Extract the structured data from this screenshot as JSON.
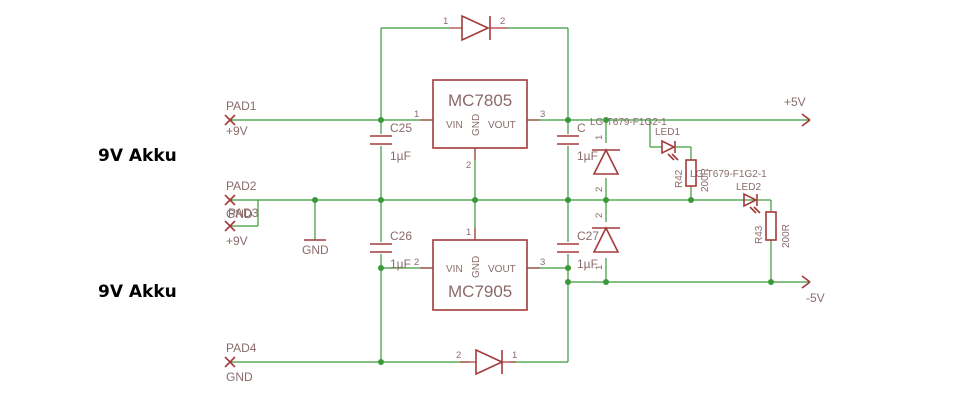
{
  "battery_labels": [
    "9V Akku",
    "9V Akku"
  ],
  "pads": {
    "pad1": {
      "name": "PAD1",
      "signal": "+9V"
    },
    "pad2": {
      "name": "PAD2",
      "signal": "GND"
    },
    "pad3": {
      "name": "PAD3",
      "signal": "+9V"
    },
    "pad4": {
      "name": "PAD4",
      "signal": "GND"
    }
  },
  "regulators": {
    "top": {
      "name": "MC7805",
      "vin": "VIN",
      "gnd": "GND",
      "vout": "VOUT",
      "pin_in": "1",
      "pin_gnd": "2",
      "pin_out": "3"
    },
    "bottom": {
      "name": "MC7905",
      "vin": "VIN",
      "gnd": "GND",
      "vout": "VOUT",
      "pin_in": "2",
      "pin_gnd": "1",
      "pin_out": "3"
    }
  },
  "capacitors": {
    "c25": {
      "name": "C25",
      "value": "1µF"
    },
    "c26": {
      "name": "C26",
      "value": "1µF"
    },
    "c_top_out": {
      "name": "C",
      "value": "1µF"
    },
    "c27": {
      "name": "C27",
      "value": "1µF"
    }
  },
  "diodes": {
    "top_pin_left": "1",
    "top_pin_right": "2",
    "bottom_pin_left": "2",
    "bottom_pin_right": "1",
    "vert_pin_1": "1",
    "vert_pin_2": "2"
  },
  "leds": {
    "led1": {
      "ref": "LG-T679-F1G2-1",
      "name": "LED1"
    },
    "led2": {
      "ref": "LG-T679-F1G2-1",
      "name": "LED2"
    }
  },
  "resistors": {
    "r42": {
      "name": "R42",
      "value": "200R"
    },
    "r43": {
      "name": "R43",
      "value": "200R"
    }
  },
  "supplies": {
    "plus5": "+5V",
    "minus5": "-5V",
    "gnd_symbol": "GND"
  },
  "colors": {
    "wire": "#3a9a3a",
    "part": "#a33a3a",
    "label": "#8a6b6b"
  }
}
